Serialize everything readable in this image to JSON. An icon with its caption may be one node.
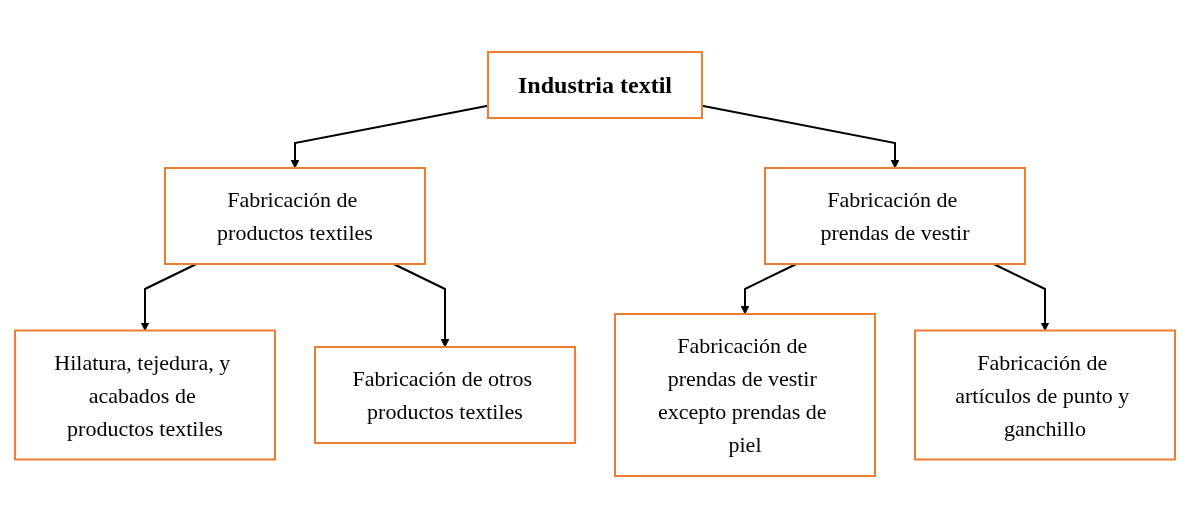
{
  "diagram": {
    "nodes": [
      {
        "text": [
          "Industria textil"
        ]
      },
      {
        "text": [
          "Fabricación de productos textiles"
        ]
      },
      {
        "text": [
          "Fabricación de prendas de vestir"
        ]
      },
      {
        "text": [
          "Hilatura, tejedura, y acabados de productos textiles"
        ]
      },
      {
        "text": [
          "Fabricación de otros productos textiles"
        ]
      },
      {
        "text": [
          "Fabricación de prendas de vestir excepto prendas de piel"
        ]
      },
      {
        "text": [
          "Fabricación de artículos de punto y ganchillo"
        ]
      }
    ],
    "edges": [
      {
        "from": 0,
        "to": 1,
        "arrow": "to"
      },
      {
        "from": 0,
        "to": 2,
        "arrow": "to"
      },
      {
        "from": 1,
        "to": 3,
        "arrow": "to"
      },
      {
        "from": 1,
        "to": 4,
        "arrow": "to"
      },
      {
        "from": 2,
        "to": 5,
        "arrow": "to"
      },
      {
        "from": 2,
        "to": 6,
        "arrow": "to"
      }
    ]
  }
}
